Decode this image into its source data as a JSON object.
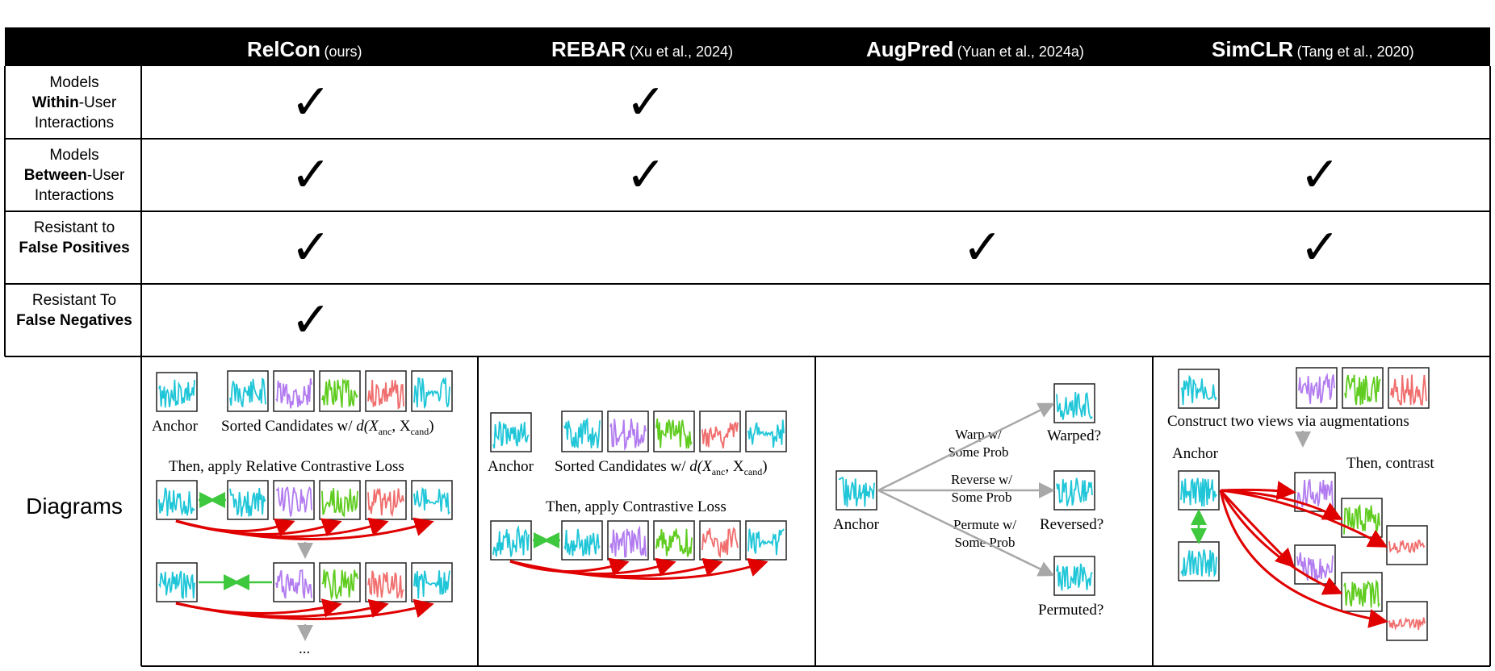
{
  "header": {
    "columns": [
      {
        "name": "RelCon",
        "ref": "(ours)"
      },
      {
        "name": "REBAR",
        "ref": "(Xu et al., 2024)"
      },
      {
        "name": "AugPred",
        "ref": "(Yuan et al., 2024a)"
      },
      {
        "name": "SimCLR",
        "ref": "(Tang et al., 2020)"
      }
    ]
  },
  "rows": [
    {
      "label_pre": "Models",
      "label_bold": "Within",
      "label_post": "-User Interactions",
      "checks": [
        true,
        true,
        false,
        false
      ]
    },
    {
      "label_pre": "Models",
      "label_bold": "Between",
      "label_post": "-User Interactions",
      "checks": [
        true,
        true,
        false,
        true
      ]
    },
    {
      "label_pre": "Resistant to",
      "label_bold": "False Positives",
      "label_post": "",
      "checks": [
        true,
        false,
        true,
        true
      ]
    },
    {
      "label_pre": "Resistant To",
      "label_bold": "False Negatives",
      "label_post": "",
      "checks": [
        true,
        false,
        false,
        false
      ]
    }
  ],
  "check_glyph": "✓",
  "diagrams": {
    "label": "Diagrams",
    "relcon": {
      "anchor": "Anchor",
      "sorted": "Sorted Candidates w/",
      "dist_formula": "d(X",
      "dist_anc": "anc",
      "dist_cand": "cand",
      "then": "Then, apply Relative Contrastive Loss",
      "ellipsis": "..."
    },
    "rebar": {
      "anchor": "Anchor",
      "sorted": "Sorted Candidates w/",
      "then": "Then, apply Contrastive Loss"
    },
    "augpred": {
      "anchor": "Anchor",
      "warp": "Warp w/ Some Prob",
      "reverse": "Reverse w/ Some Prob",
      "permute": "Permute w/ Some Prob",
      "warped": "Warped?",
      "reversed": "Reversed?",
      "permuted": "Permuted?"
    },
    "simclr": {
      "construct": "Construct two views via augmentations",
      "anchor": "Anchor",
      "then": "Then, contrast"
    }
  },
  "colors": {
    "header_bg": "#000000",
    "cyan": "#1fc6d8",
    "purple": "#b27cf0",
    "green": "#5fcc1f",
    "salmon": "#f06e6e",
    "red_arrow": "#e00000",
    "green_arrow": "#3ec83e",
    "gray_arrow": "#a8a8a8"
  }
}
